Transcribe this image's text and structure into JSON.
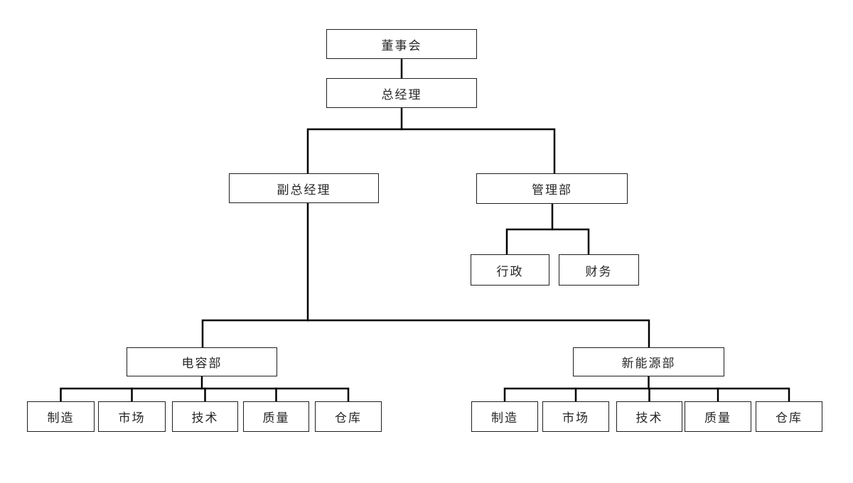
{
  "diagram": {
    "type": "org-chart",
    "background_color": "#ffffff",
    "line_color": "#000000",
    "box_border_color": "#1e1e1e",
    "text_color": "#262626"
  },
  "org_chart": {
    "nodes": [
      {
        "id": "board",
        "label": "董事会",
        "parent": null
      },
      {
        "id": "general-manager",
        "label": "总经理",
        "parent": "board"
      },
      {
        "id": "deputy-gm",
        "label": "副总经理",
        "parent": "general-manager"
      },
      {
        "id": "management-dept",
        "label": "管理部",
        "parent": "general-manager"
      },
      {
        "id": "administration",
        "label": "行政",
        "parent": "management-dept"
      },
      {
        "id": "finance",
        "label": "财务",
        "parent": "management-dept"
      },
      {
        "id": "capacitor-dept",
        "label": "电容部",
        "parent": "deputy-gm"
      },
      {
        "id": "new-energy-dept",
        "label": "新能源部",
        "parent": "deputy-gm"
      },
      {
        "id": "cap-manufacturing",
        "label": "制造",
        "parent": "capacitor-dept"
      },
      {
        "id": "cap-market",
        "label": "市场",
        "parent": "capacitor-dept"
      },
      {
        "id": "cap-technology",
        "label": "技术",
        "parent": "capacitor-dept"
      },
      {
        "id": "cap-quality",
        "label": "质量",
        "parent": "capacitor-dept"
      },
      {
        "id": "cap-warehouse",
        "label": "仓库",
        "parent": "capacitor-dept"
      },
      {
        "id": "ne-manufacturing",
        "label": "制造",
        "parent": "new-energy-dept"
      },
      {
        "id": "ne-market",
        "label": "市场",
        "parent": "new-energy-dept"
      },
      {
        "id": "ne-technology",
        "label": "技术",
        "parent": "new-energy-dept"
      },
      {
        "id": "ne-quality",
        "label": "质量",
        "parent": "new-energy-dept"
      },
      {
        "id": "ne-warehouse",
        "label": "仓库",
        "parent": "new-energy-dept"
      }
    ]
  }
}
